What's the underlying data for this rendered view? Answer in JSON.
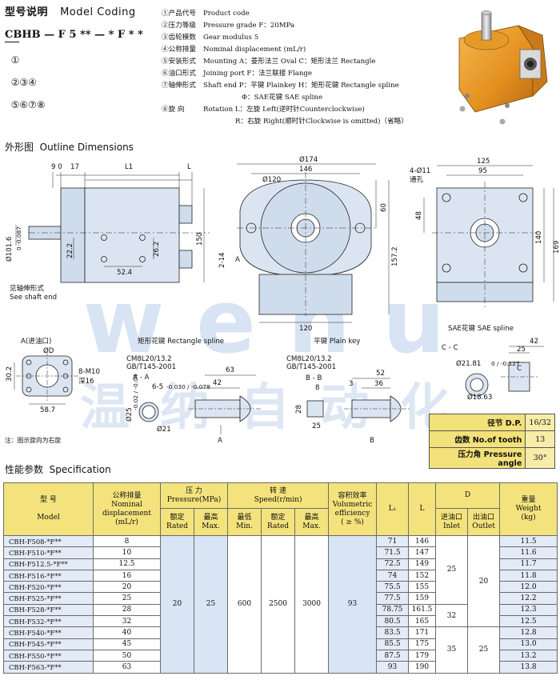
{
  "header": {
    "title_cn": "型号说明",
    "title_en": "Model Coding",
    "code_string": "CBHB — F 5 ** — * F * *",
    "code_numbers": [
      "①",
      "②③④",
      "⑤⑥⑦⑧"
    ],
    "code_lines": [
      {
        "num": "①产品代号",
        "text": "Product code"
      },
      {
        "num": "②压力等级",
        "text": "Pressure grade F：20MPa"
      },
      {
        "num": "③齿轮模数",
        "text": "Gear modulus 5"
      },
      {
        "num": "④公称排量",
        "text": "Nominal displacement (mL/r)"
      },
      {
        "num": "⑤安装形式",
        "text": "Mounting A：菱形法兰 Oval  C：矩形法兰 Rectangle"
      },
      {
        "num": "⑥油口形式",
        "text": "Joining port F：法兰联接 Flange"
      },
      {
        "num": "⑦轴伸形式",
        "text": "Shaft end P：平键 Plainkey H：矩形花键 Rectangle spline"
      },
      {
        "num": "",
        "text": "Φ：SAE花键  SAE spline"
      },
      {
        "num": "⑧旋    向",
        "text": "Rotation L：左旋 Left(逆时针Counterclockwise)"
      },
      {
        "num": "",
        "text": "R：右旋 Right(顺时针Clockwise is omitted)（省略）"
      }
    ]
  },
  "outline": {
    "title_cn": "外形图",
    "title_en": "Outline Dimensions",
    "labels": {
      "see_shaft_cn": "见轴伸形式",
      "see_shaft_en": "See shaft end",
      "inlet_cn": "A(进油口)",
      "rect_spline": "矩形花键  Rectangle spline",
      "plain_key": "平键  Plain key",
      "sae_spline": "SAE花键  SAE spline",
      "section_aa": "A - A",
      "section_bb": "B - B",
      "section_cc": "C - C",
      "std1": "CM8L20/13.2",
      "std2": "GB/T145-2001",
      "holes": "4-Ø11",
      "holes_cn": "通孔",
      "thread": "8-M10",
      "thread_depth": "深16"
    },
    "dims": {
      "d90": "9 0",
      "d17": "17",
      "L1": "L1",
      "L": "L",
      "d101": "Ø101.6",
      "d101tol": "0 -0.087",
      "d222": "22.2",
      "d524": "52.4",
      "d262": "26.2",
      "d150": "150",
      "d174": "Ø174",
      "d146": "146",
      "d120c": "Ø120",
      "d60": "60",
      "d2_14": "2-14",
      "A": "A",
      "d1572": "157.2",
      "d120": "120",
      "d125": "125",
      "d95": "95",
      "d48": "48",
      "d140": "140",
      "d169": "169",
      "dD": "ØD",
      "d302": "30.2",
      "d587": "58.7",
      "d63": "63",
      "d42": "42",
      "d6_5": "6-5",
      "d6_5tol": "-0.030 / -0.078",
      "d25": "Ø25",
      "d25tol": "-0.02 / -0.04",
      "d21": "Ø21",
      "d52": "52",
      "d36": "36",
      "d3": "3",
      "d8": "8",
      "d28": "28",
      "d42b": "42",
      "d25b": "25",
      "d2181": "Ø21.81",
      "d2181tol": "0 / -0.127",
      "d1863": "Ø18.63"
    },
    "note": "注：图示旋向为右旋"
  },
  "spline_table": [
    {
      "k": "径节  D.P.",
      "v": "16/32"
    },
    {
      "k": "齿数  No.of tooth",
      "v": "13"
    },
    {
      "k": "压力角  Pressure angle",
      "v": "30°"
    }
  ],
  "watermark": {
    "latin": "wenu",
    "cn": "温纳自动化"
  },
  "spec": {
    "title_cn": "性能参数",
    "title_en": "Specification",
    "headers": {
      "model_cn": "型    号",
      "model_en": "Model",
      "disp_cn": "公称排量",
      "disp_en1": "Nominal",
      "disp_en2": "displacement",
      "disp_unit": "(mL/r)",
      "pressure_cn": "压    力",
      "pressure_en": "Pressure(MPa)",
      "rated_cn": "额定",
      "rated_en": "Rated",
      "max_cn": "最高",
      "max_en": "Max.",
      "speed_cn": "转    速",
      "speed_en": "Speed(r/min)",
      "min_cn": "最低",
      "min_en": "Min.",
      "eff_cn": "容积效率",
      "eff_en1": "Volumetric",
      "eff_en2": "efficiency",
      "eff_unit": "( ≥ %)",
      "L1": "L₁",
      "L": "L",
      "D": "D",
      "inlet_cn": "进油口",
      "inlet_en": "Inlet",
      "outlet_cn": "出油口",
      "outlet_en": "Outlet",
      "weight_cn": "重量",
      "weight_en": "Weight",
      "weight_unit": "(kg)"
    },
    "shared": {
      "p_rated": "20",
      "p_max": "25",
      "s_min": "600",
      "s_rated": "2500",
      "s_max": "3000",
      "eff": "93",
      "inlet_a": "25",
      "inlet_b": "32",
      "inlet_c": "35",
      "outlet_a": "20",
      "outlet_b": "25"
    },
    "rows": [
      {
        "model": "CBH-F508-*F**",
        "disp": "8",
        "L1": "71",
        "L": "146",
        "w": "11.5"
      },
      {
        "model": "CBH-F510-*F**",
        "disp": "10",
        "L1": "71.5",
        "L": "147",
        "w": "11.6"
      },
      {
        "model": "CBH-F512.5-*F**",
        "disp": "12.5",
        "L1": "72.5",
        "L": "149",
        "w": "11.7"
      },
      {
        "model": "CBH-F516-*F**",
        "disp": "16",
        "L1": "74",
        "L": "152",
        "w": "11.8"
      },
      {
        "model": "CBH-F520-*F**",
        "disp": "20",
        "L1": "75.5",
        "L": "155",
        "w": "12.0"
      },
      {
        "model": "CBH-F525-*F**",
        "disp": "25",
        "L1": "77.5",
        "L": "159",
        "w": "12.2"
      },
      {
        "model": "CBH-F528-*F**",
        "disp": "28",
        "L1": "78.75",
        "L": "161.5",
        "w": "12.3"
      },
      {
        "model": "CBH-F532-*F**",
        "disp": "32",
        "L1": "80.5",
        "L": "165",
        "w": "12.5"
      },
      {
        "model": "CBH-F540-*F**",
        "disp": "40",
        "L1": "83.5",
        "L": "171",
        "w": "12.8"
      },
      {
        "model": "CBH-F545-*F**",
        "disp": "45",
        "L1": "85.5",
        "L": "175",
        "w": "13.0"
      },
      {
        "model": "CBH-F550-*F**",
        "disp": "50",
        "L1": "87.5",
        "L": "179",
        "w": "13.2"
      },
      {
        "model": "CBH-F563-*F**",
        "disp": "63",
        "L1": "93",
        "L": "190",
        "w": "13.8"
      }
    ]
  },
  "colors": {
    "header_yellow": "#f4e37c",
    "cell_blue": "#e2ebf6",
    "pump_orange": "#e89a2a",
    "watermark_blue": "#a9c4e4"
  }
}
